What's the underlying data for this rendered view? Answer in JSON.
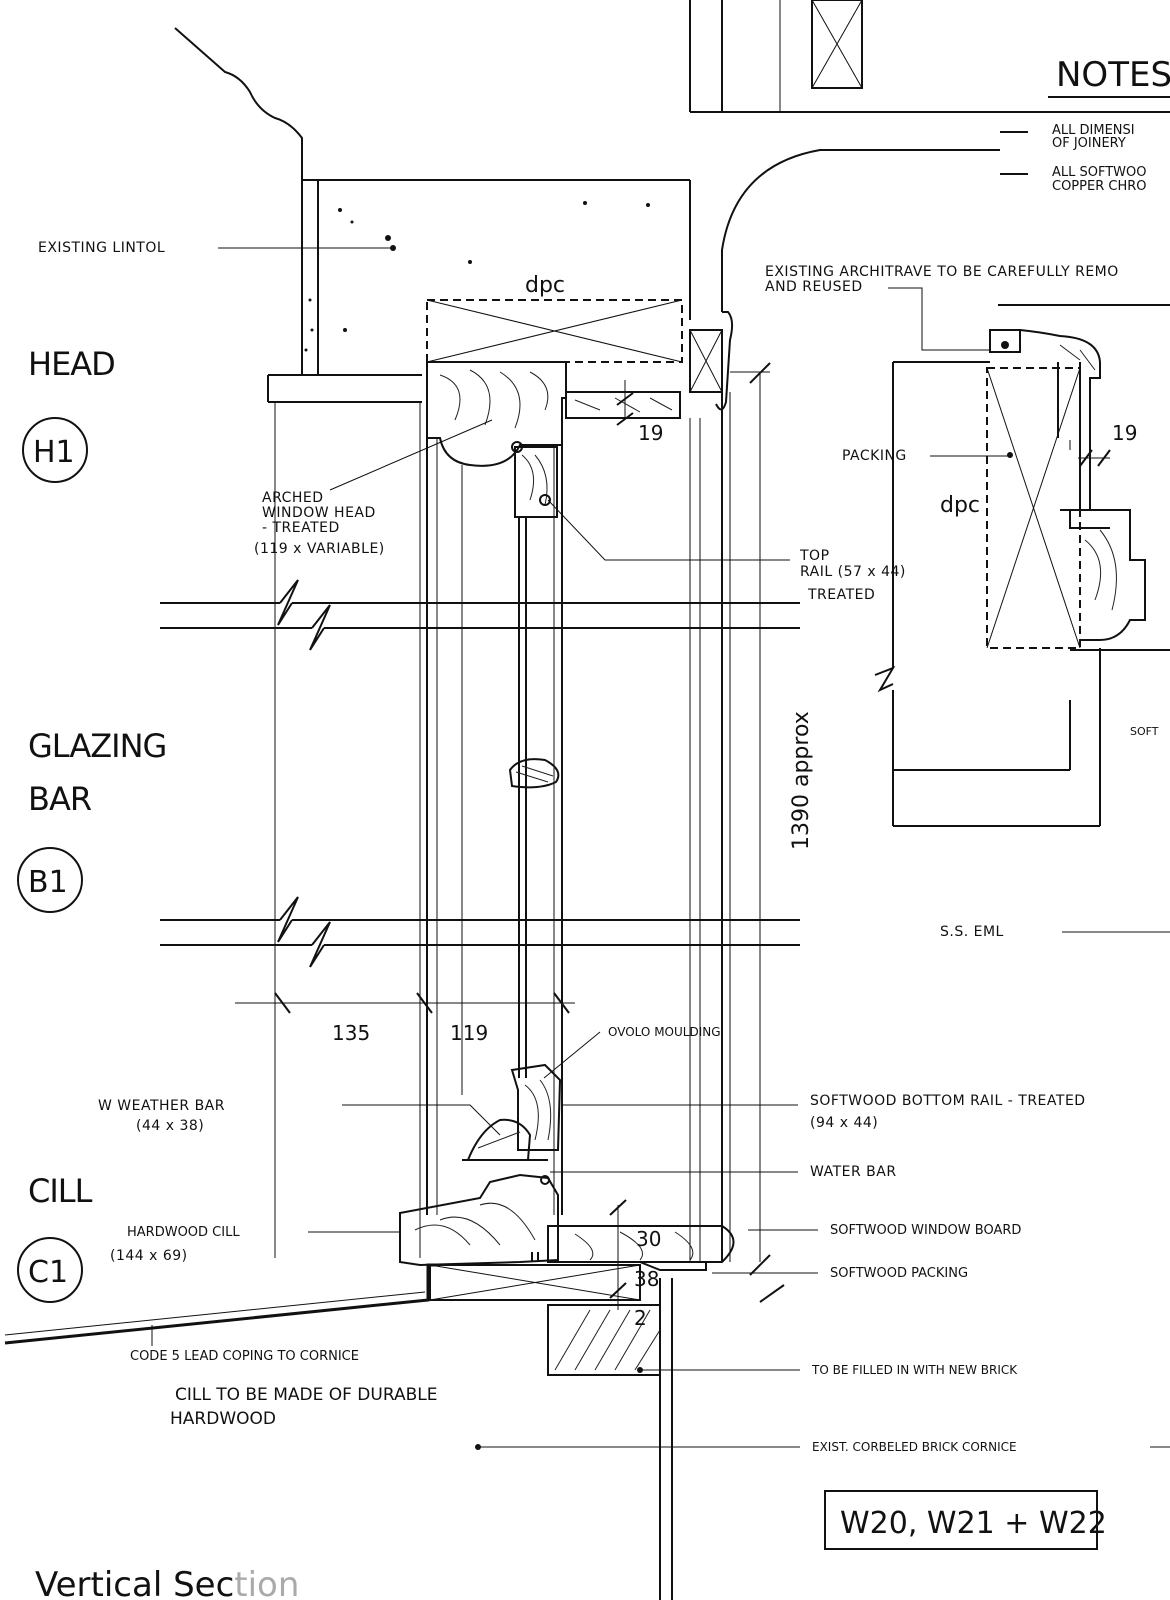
{
  "notes": {
    "heading": "NOTES",
    "line1": "ALL DIMENSI",
    "line1b": "OF JOINERY",
    "line2": "ALL SOFTWOO",
    "line2b": "COPPER CHRO"
  },
  "sections": {
    "head": "HEAD",
    "head_ref": "H1",
    "glazing": "GLAZING",
    "glazing2": "BAR",
    "glazing_ref": "B1",
    "cill": "CILL",
    "cill_ref": "C1"
  },
  "labels": {
    "existing_lintol": "EXISTING LINTOL",
    "dpc_left": "dpc",
    "dpc_right": "dpc",
    "architrave1": "EXISTING ARCHITRAVE TO BE CAREFULLY REMO",
    "architrave2": "AND REUSED",
    "packing": "PACKING",
    "arched1": "ARCHED",
    "arched2": "WINDOW HEAD",
    "arched3": "- TREATED",
    "arched4": "(119 x VARIABLE)",
    "toprail1": "TOP",
    "toprail2": "RAIL (57 x 44)",
    "toprail3": "TREATED",
    "soft_right": "SOFT",
    "ss_eml": "S.S. EML",
    "ovolo": "OVOLO MOULDING",
    "weather1": "W WEATHER BAR",
    "weather2": "(44 x 38)",
    "bottomrail1": "SOFTWOOD BOTTOM RAIL - TREATED",
    "bottomrail2": "(94 x 44)",
    "waterbar": "WATER BAR",
    "hardcill1": "HARDWOOD CILL",
    "hardcill2": "(144 x 69)",
    "windowboard": "SOFTWOOD WINDOW BOARD",
    "softpacking": "SOFTWOOD PACKING",
    "leadcoping": "CODE 5 LEAD COPING TO CORNICE",
    "cillnote1": "CILL TO BE MADE OF DURABLE",
    "cillnote2": "HARDWOOD",
    "newbrick": "TO BE FILLED IN WITH NEW BRICK",
    "cornice": "EXIST. CORBELED BRICK CORNICE"
  },
  "dimensions": {
    "d19_left": "19",
    "d19_right": "19",
    "d1390": "1390 approx",
    "d135": "135",
    "d119": "119",
    "d30": "30",
    "d38": "38",
    "d2": "2"
  },
  "ref_box": "W20, W21 + W22",
  "title_a": "Vertical Sec",
  "title_b": "tion"
}
